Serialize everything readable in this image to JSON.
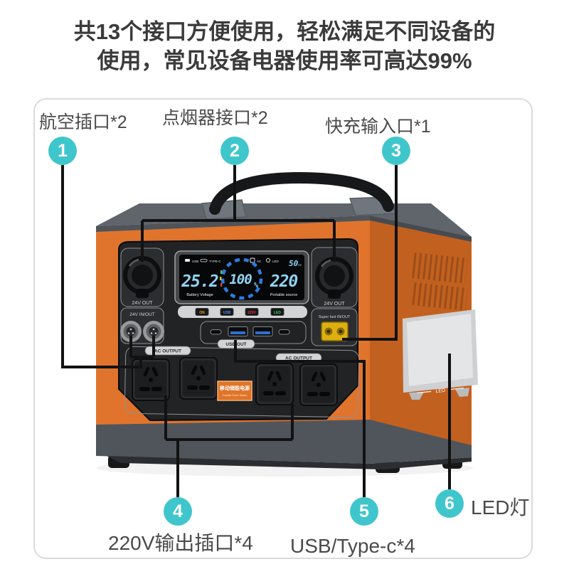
{
  "title": {
    "line1": "共13个接口方便使用，轻松满足不同设备的",
    "line2": "使用，常见设备电器使用率可高达99%"
  },
  "callouts": [
    {
      "num": "1",
      "label": "航空插口*2"
    },
    {
      "num": "2",
      "label": "点烟器接口*2"
    },
    {
      "num": "3",
      "label": "快充输入口*1"
    },
    {
      "num": "4",
      "label": "220V输出插口*4"
    },
    {
      "num": "5",
      "label": "USB/Type-c*4"
    },
    {
      "num": "6",
      "label": "LED灯"
    }
  ],
  "device": {
    "top_icons": {
      "usb": "USB",
      "typec": "TYPE-C",
      "ac": "AC",
      "led": "LED"
    },
    "display": {
      "voltage": "25.2",
      "voltage_label": "Battery Voltage",
      "percent": "100",
      "percent_sign": "%",
      "output": "220",
      "output_label": "Portable source",
      "freq_value": "50",
      "freq_unit": "Hz"
    },
    "indicators": [
      {
        "label": "ON",
        "color": "#f0a125"
      },
      {
        "label": "USB",
        "color": "#4a8ae0"
      },
      {
        "label": "220V",
        "color": "#e03535"
      },
      {
        "label": "LED",
        "color": "#3ecb55"
      }
    ],
    "labels": {
      "left_socket": "24V OUT",
      "left_io": "24V IN/OUT",
      "right_socket": "24V OUT",
      "fast": "Super fast IN/OUT",
      "usb_out": "USB OUT",
      "ac_left": "AC OUTPUT",
      "ac_right": "AC OUTPUT"
    },
    "brand": {
      "cn": "移动储能电源",
      "en": "Portable Power Station"
    },
    "side_led_label": "LED"
  },
  "colors": {
    "accent_teal": "#3fc6cc",
    "orange_front": "#e0742d",
    "orange_side": "#c2611f",
    "lid_gray": "#60656c",
    "panel_black": "#212325",
    "base_gray": "#50555c",
    "lcd_digit_cyan": "#8fd4f5",
    "arc_blue": "#2b7de0",
    "fast_port_yellow": "#ddb00f",
    "callout_line": "#121212",
    "label_text": "#4a4a4a",
    "title_text": "#3b3b3b",
    "frame_border": "#dadada"
  }
}
